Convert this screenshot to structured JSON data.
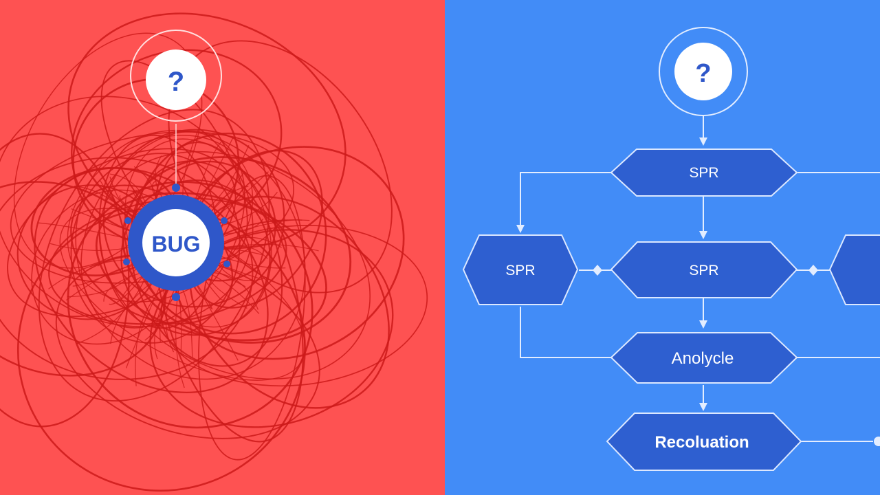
{
  "colors": {
    "left_bg": "#fe5252",
    "right_bg": "#428cf7",
    "tangle": "#cc1a1a",
    "node_fill": "#2e5fd0",
    "node_stroke": "#dce8ff",
    "connector": "#e3edff",
    "bug_ring": "#2f57c9",
    "question": "#2f57c9"
  },
  "icons": {
    "left_question": "question-mark-icon",
    "right_question": "question-mark-icon",
    "bug": "bug-icon"
  },
  "left": {
    "question_label": "?",
    "bug_label": "BUG"
  },
  "right": {
    "question_label": "?",
    "nodes": {
      "top": "SPR",
      "left": "SPR",
      "center": "SPR",
      "right": "",
      "analysis": "Anolycle",
      "resolution": "Recoluation"
    }
  }
}
